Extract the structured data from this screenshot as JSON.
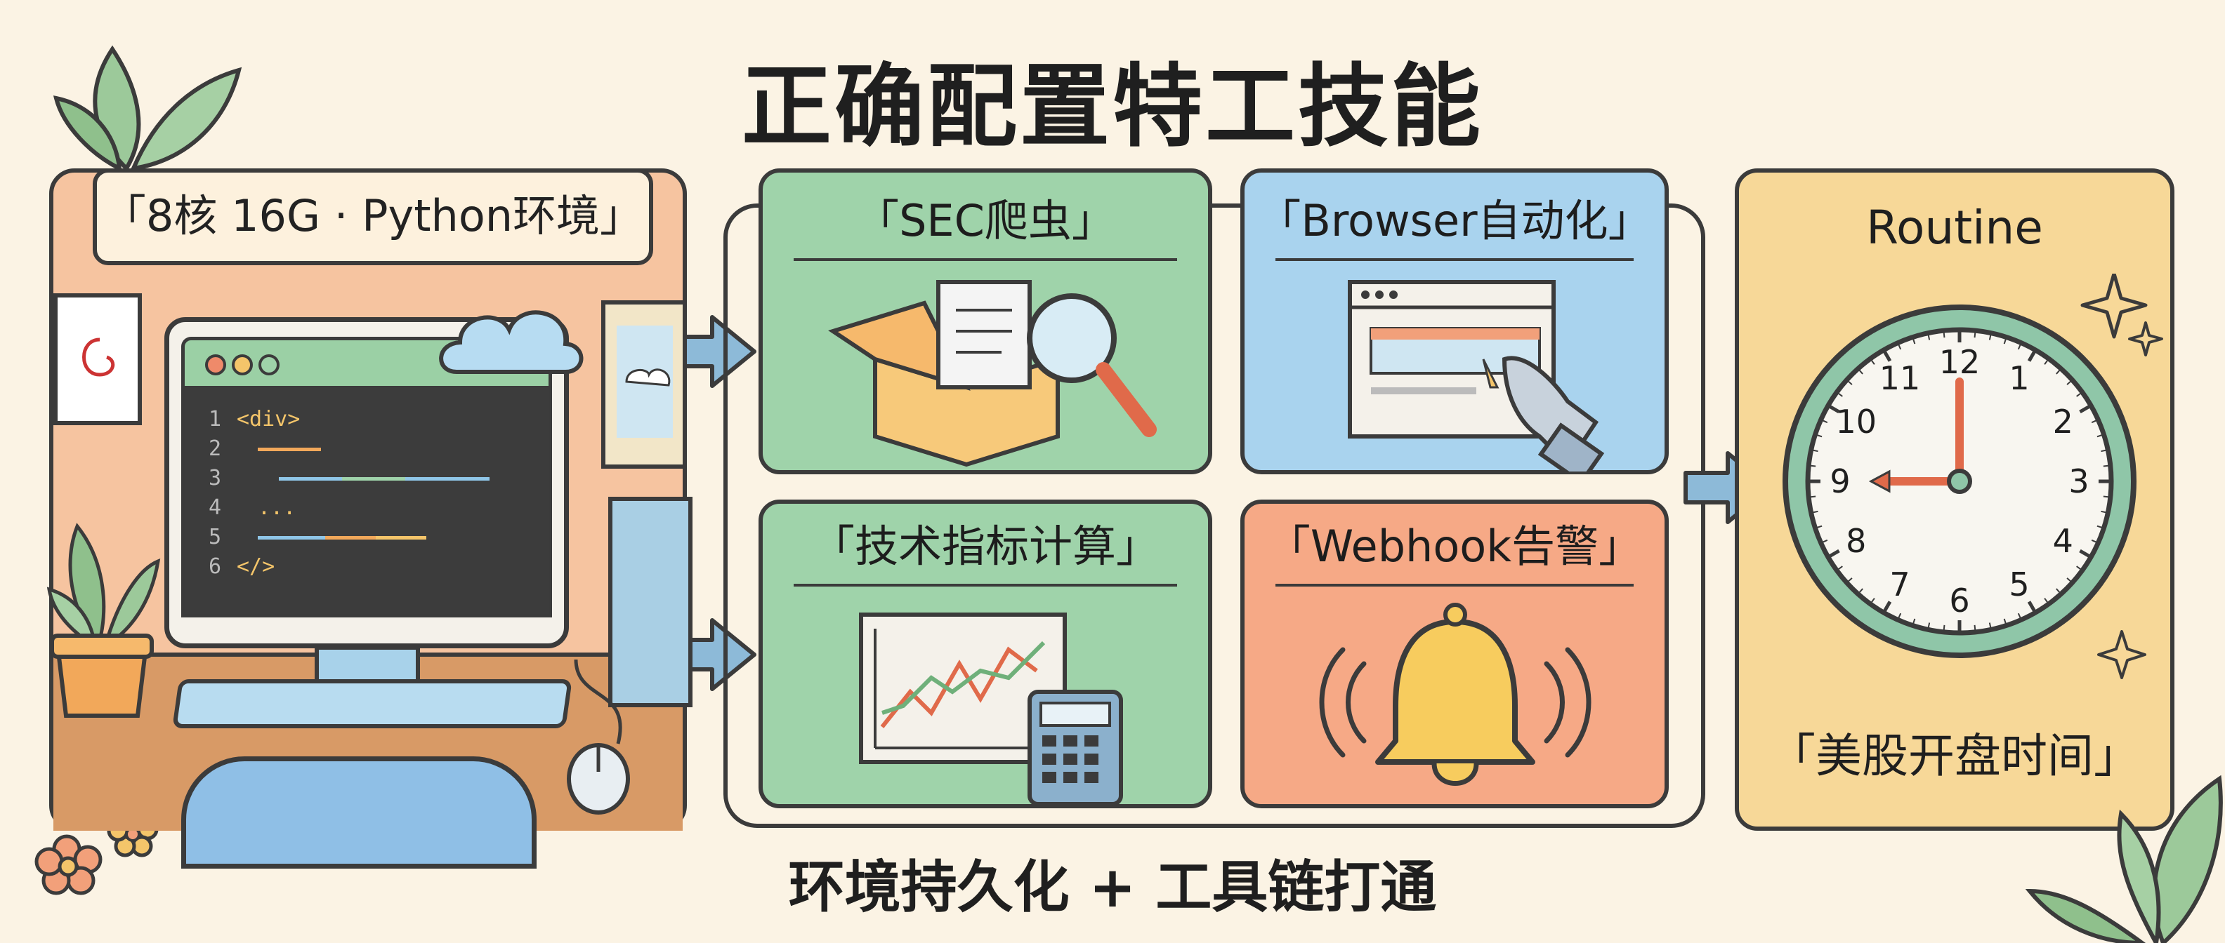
{
  "title": "正确配置特工技能",
  "footer": "环境持久化 + 工具链打通",
  "env": {
    "label": "「8核 16G · Python环境」",
    "code_lines": [
      {
        "n": "1",
        "text": "<div>"
      },
      {
        "n": "2",
        "text": ""
      },
      {
        "n": "3",
        "text": ""
      },
      {
        "n": "4",
        "text": "..."
      },
      {
        "n": "5",
        "text": ""
      },
      {
        "n": "6",
        "text": "</>"
      }
    ]
  },
  "skills": [
    {
      "label": "「SEC爬虫」",
      "color": "#9fd3aa",
      "icon": "box-magnifier-icon"
    },
    {
      "label": "「Browser自动化」",
      "color": "#a9d3ee",
      "icon": "robot-hand-browser-icon"
    },
    {
      "label": "「技术指标计算」",
      "color": "#9fd3aa",
      "icon": "chart-calculator-icon"
    },
    {
      "label": "「Webhook告警」",
      "color": "#f6a986",
      "icon": "bell-icon"
    }
  ],
  "routine": {
    "title": "Routine",
    "subtitle": "「美股开盘时间」",
    "clock_numbers": [
      "12",
      "1",
      "2",
      "3",
      "4",
      "5",
      "6",
      "7",
      "8",
      "9",
      "10",
      "11"
    ]
  },
  "colors": {
    "background": "#fbf3e4",
    "outline": "#3b3b3b",
    "routine_panel": "#f7d898",
    "env_panel": "#f6c4a0"
  }
}
